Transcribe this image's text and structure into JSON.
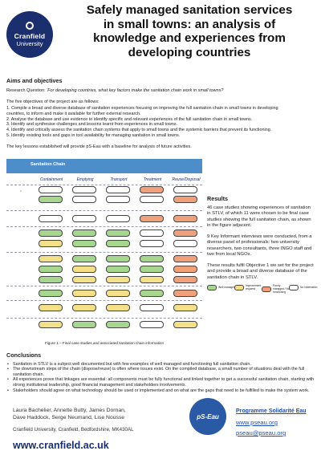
{
  "header": {
    "logo_name": "Cranfield",
    "logo_sub": "University",
    "title_lines": [
      "Safely managed sanitation services",
      "in small towns: an analysis of",
      "knowledge and experiences from",
      "developing countries"
    ]
  },
  "aims": {
    "heading": "Aims and objectives",
    "rq_prefix": "Research Question: ",
    "rq_text": "'For developing countries, what key factors make the sanitation chain work in small towns?",
    "intro": "The five objectives of the project are as follows:",
    "objectives": [
      "1. Compile a broad and diverse database of sanitation experiences focusing on improving the full sanitation chain in small towns in developing",
      "countries, to inform and make it available for further external research.",
      "2. Analyse the database and use evidence to identify specific and relevant experiences of the full sanitation chain in small towns.",
      "3. Identify and synthesise challenges and lessons learnt from experiences in small towns.",
      "4. Identify and critically assess the sanitation chain systems that apply to small towns and the systemic barriers that prevent its functioning.",
      "5. Identify existing tools and gaps in tool availability for managing sanitation in small towns."
    ],
    "closing": "The key lessons established will provide pS-Eau with a baseline for analysis of future activities."
  },
  "figure": {
    "band_label": "Sanitation Chain",
    "stages": [
      "Containment",
      "Emptying",
      "Transport",
      "Treatment",
      "Reuse/Disposal"
    ],
    "caption": "Figure 1 – Final case studies and associated sanitation chain information"
  },
  "results": {
    "heading": "Results",
    "p1": "46 case studies showing experiences of sanitation in STLV, of which 11 were chosen to be final case studies showing the full sanitation chain, as shown in the figure adjacent.",
    "p2": "9 Key Informant interviews were conducted, from a diverse panel of professionals: two university researchers, two consultants, three INGO staff and two from local NGOs.",
    "p3": "These results fulfil Objective 1 we set for the project and provide a broad and diverse database of the sanitation chain in STLV."
  },
  "legend": [
    {
      "label": "Well managed",
      "color": "#a7d68f"
    },
    {
      "label": "Improvement required",
      "color": "#f5e08a"
    },
    {
      "label": "Poorly managed / Not functioning",
      "color": "#f0a07a"
    },
    {
      "label": "No information",
      "color": "#ffffff"
    }
  ],
  "conclusions": {
    "heading": "Conclusions",
    "items": [
      "Sanitation in STLV is a subject well documented but with few examples of well managed and functioning full sanitation chain.",
      "The downstream steps of the chain (dispose/reuse) is often where issues exist. On the compiled database, a small number of situations deal with the full sanitation chain.",
      "All experiences prove that linkages are essential: all components must be fully functional and linked together to get a successful sanitation chain, starting with strong institutional leadership, good financial management and stakeholders involvements.",
      "Stakeholders should agree on what technology should be used or implemented and on what are the gaps that need to be fulfilled to make the system work."
    ]
  },
  "footer": {
    "authors_line1": "Laura Bachelier, Annette Butty, James Dornan,",
    "authors_line2": "Dave Haddock, Serge Neumand, Lise Nousse",
    "address": "Cranfield University, Cranfield, Bedfordshire, MK430AL",
    "url": "www.cranfield.ac.uk",
    "pseau_logo": "pS-Eau",
    "programme": "Programme Solidarité Eau",
    "link1": "www.pseau.org",
    "link2": "pseau@pseau.org"
  }
}
